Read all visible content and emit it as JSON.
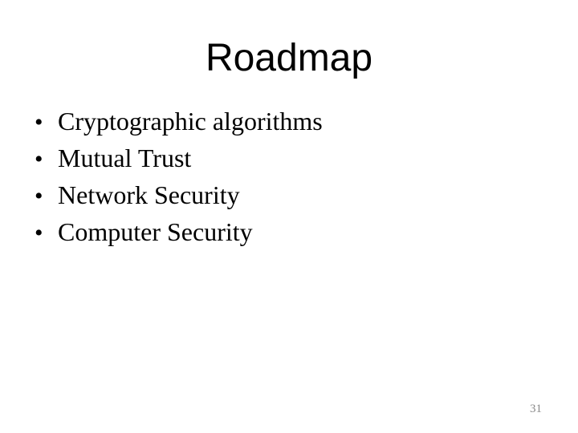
{
  "slide": {
    "title": "Roadmap",
    "bullet_char": "•",
    "bullets": [
      "Cryptographic algorithms",
      "Mutual Trust",
      "Network Security",
      "Computer Security"
    ],
    "page_number": "31",
    "colors": {
      "background": "#ffffff",
      "text": "#000000",
      "page_number": "#8a8a8a"
    }
  }
}
